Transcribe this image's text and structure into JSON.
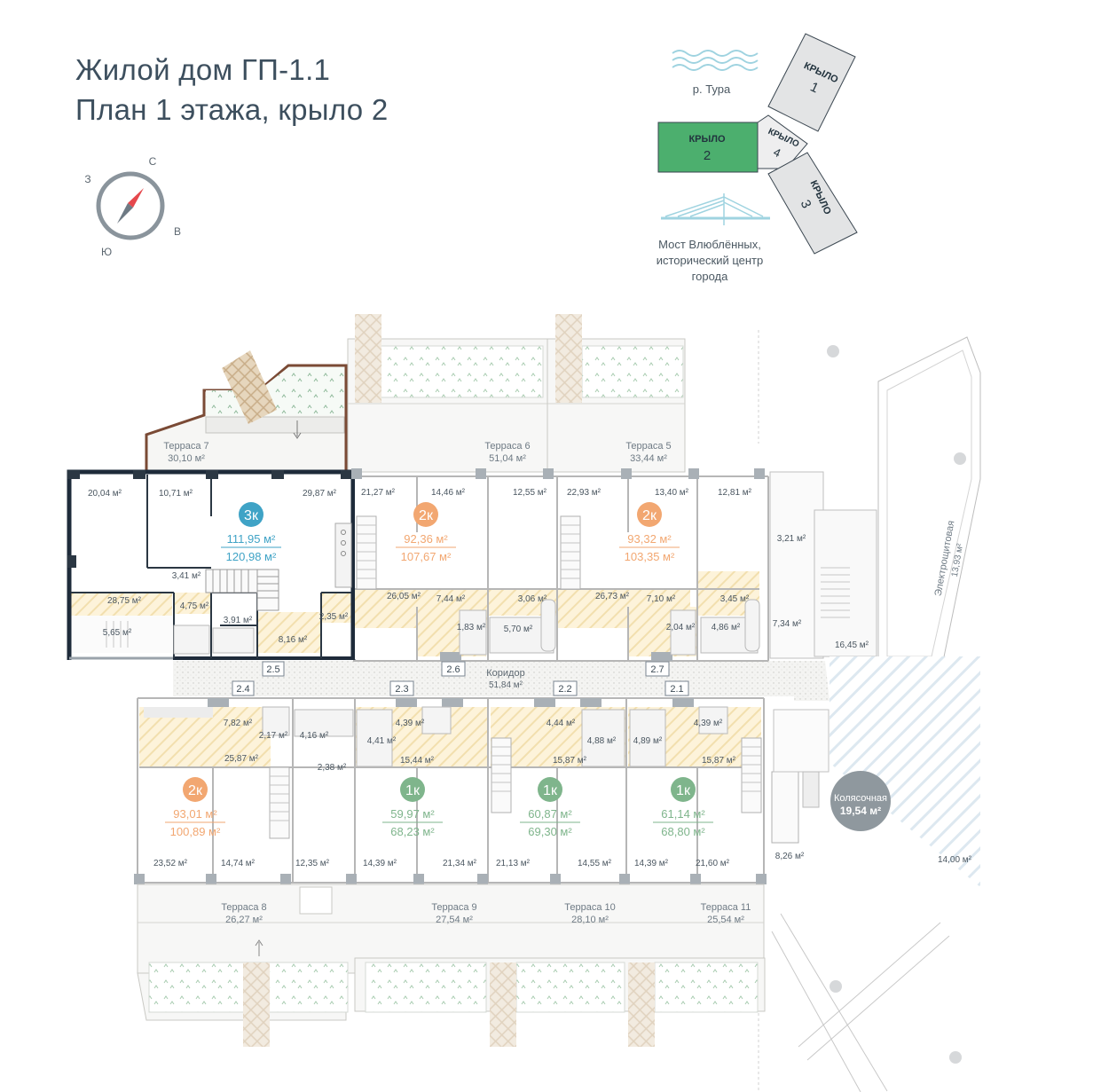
{
  "header": {
    "title_line1": "Жилой дом ГП-1.1",
    "title_line2": "План 1 этажа, крыло 2"
  },
  "compass": {
    "n": "С",
    "w": "З",
    "e": "В",
    "s": "Ю"
  },
  "key_plan": {
    "river": "р. Тура",
    "bridge_line1": "Мост Влюблённых,",
    "bridge_line2": "исторический центр",
    "bridge_line3": "города",
    "wing_word": "КРЫЛО",
    "wing1": "1",
    "wing2": "2",
    "wing3": "3",
    "wing4": "4",
    "active_color": "#4caf6e"
  },
  "colors": {
    "apt3k": "#3fa3c6",
    "apt2k": "#f2a771",
    "apt1k": "#7fb58c",
    "wall": "#1e2b3a",
    "terrace_wall": "#7a4a35"
  },
  "apartments": [
    {
      "id": "3k",
      "rooms": "3к",
      "living": "111,95 м²",
      "total": "120,98 м²",
      "color": "#3fa3c6"
    },
    {
      "id": "2k-a",
      "rooms": "2к",
      "living": "92,36 м²",
      "total": "107,67 м²",
      "color": "#f2a771"
    },
    {
      "id": "2k-b",
      "rooms": "2к",
      "living": "93,32 м²",
      "total": "103,35 м²",
      "color": "#f2a771"
    },
    {
      "id": "2k-c",
      "rooms": "2к",
      "living": "93,01 м²",
      "total": "100,89 м²",
      "color": "#f2a771"
    },
    {
      "id": "1k-a",
      "rooms": "1к",
      "living": "59,97 м²",
      "total": "68,23 м²",
      "color": "#7fb58c"
    },
    {
      "id": "1k-b",
      "rooms": "1к",
      "living": "60,87 м²",
      "total": "69,30 м²",
      "color": "#7fb58c"
    },
    {
      "id": "1k-c",
      "rooms": "1к",
      "living": "61,14 м²",
      "total": "68,80 м²",
      "color": "#7fb58c"
    }
  ],
  "terraces": [
    {
      "name": "Терраса 7",
      "area": "30,10 м²"
    },
    {
      "name": "Терраса 6",
      "area": "51,04 м²"
    },
    {
      "name": "Терраса 5",
      "area": "33,44 м²"
    },
    {
      "name": "Терраса 8",
      "area": "26,27 м²"
    },
    {
      "name": "Терраса 9",
      "area": "27,54 м²"
    },
    {
      "name": "Терраса 10",
      "area": "28,10 м²"
    },
    {
      "name": "Терраса 11",
      "area": "25,54 м²"
    }
  ],
  "corridor": {
    "name": "Коридор",
    "area": "51,84 м²"
  },
  "stroller": {
    "name": "Колясочная",
    "area": "19,54 м²"
  },
  "electrical": {
    "name": "Электрощитовая",
    "area": "13,93 м²"
  },
  "entrances": [
    "2.5",
    "2.6",
    "2.7",
    "2.4",
    "2.3",
    "2.2",
    "2.1"
  ],
  "rooms": [
    "20,04 м²",
    "10,71 м²",
    "29,87 м²",
    "3,41 м²",
    "28,75 м²",
    "4,75 м²",
    "3,91 м²",
    "8,16 м²",
    "2,35 м²",
    "5,65 м²",
    "21,27 м²",
    "14,46 м²",
    "12,55 м²",
    "22,93 м²",
    "13,40 м²",
    "12,81 м²",
    "26,05 м²",
    "7,44 м²",
    "3,06 м²",
    "1,83 м²",
    "5,70 м²",
    "26,73 м²",
    "7,10 м²",
    "3,45 м²",
    "2,04 м²",
    "4,86 м²",
    "3,21 м²",
    "7,34 м²",
    "16,45 м²",
    "7,82 м²",
    "2,17 м²",
    "4,16 м²",
    "25,87 м²",
    "2,38 м²",
    "4,41 м²",
    "4,39 м²",
    "15,44 м²",
    "4,44 м²",
    "4,88 м²",
    "15,87 м²",
    "4,89 м²",
    "4,39 м²",
    "15,87 м²",
    "23,52 м²",
    "14,74 м²",
    "12,35 м²",
    "14,39 м²",
    "21,34 м²",
    "21,13 м²",
    "14,55 м²",
    "14,39 м²",
    "21,60 м²",
    "8,26 м²",
    "14,00 м²"
  ]
}
